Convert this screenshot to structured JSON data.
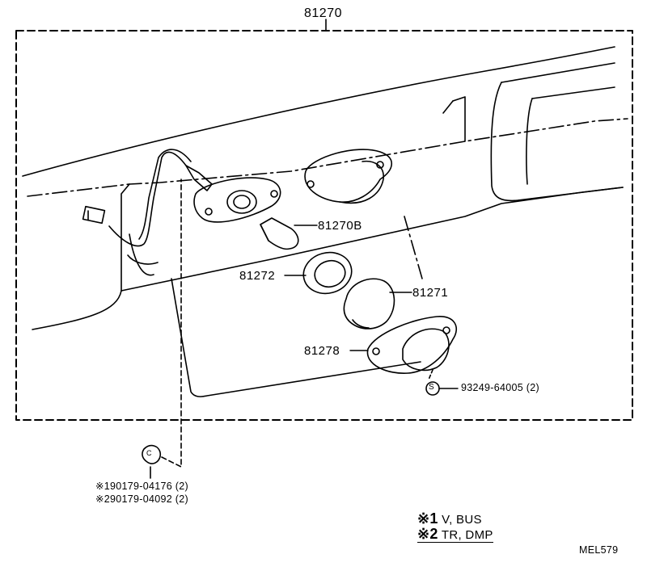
{
  "diagram": {
    "assembly_number": "81270",
    "parts": {
      "bulb": "81270B",
      "gasket": "81272",
      "lens": "81271",
      "housing": "81278",
      "screw": "93249-64005 (2)",
      "screw_marker": "S",
      "clip_marker": "C"
    },
    "clip_notes": [
      {
        "mark": "※1",
        "part": "90179-04176 (2)"
      },
      {
        "mark": "※2",
        "part": "90179-04092 (2)"
      }
    ],
    "legend": [
      {
        "mark": "※",
        "num": "1",
        "text": "V, BUS"
      },
      {
        "mark": "※",
        "num": "2",
        "text": "TR, DMP"
      }
    ],
    "figure_code": "MEL579"
  },
  "colors": {
    "ink": "#000000",
    "paper": "#ffffff"
  }
}
